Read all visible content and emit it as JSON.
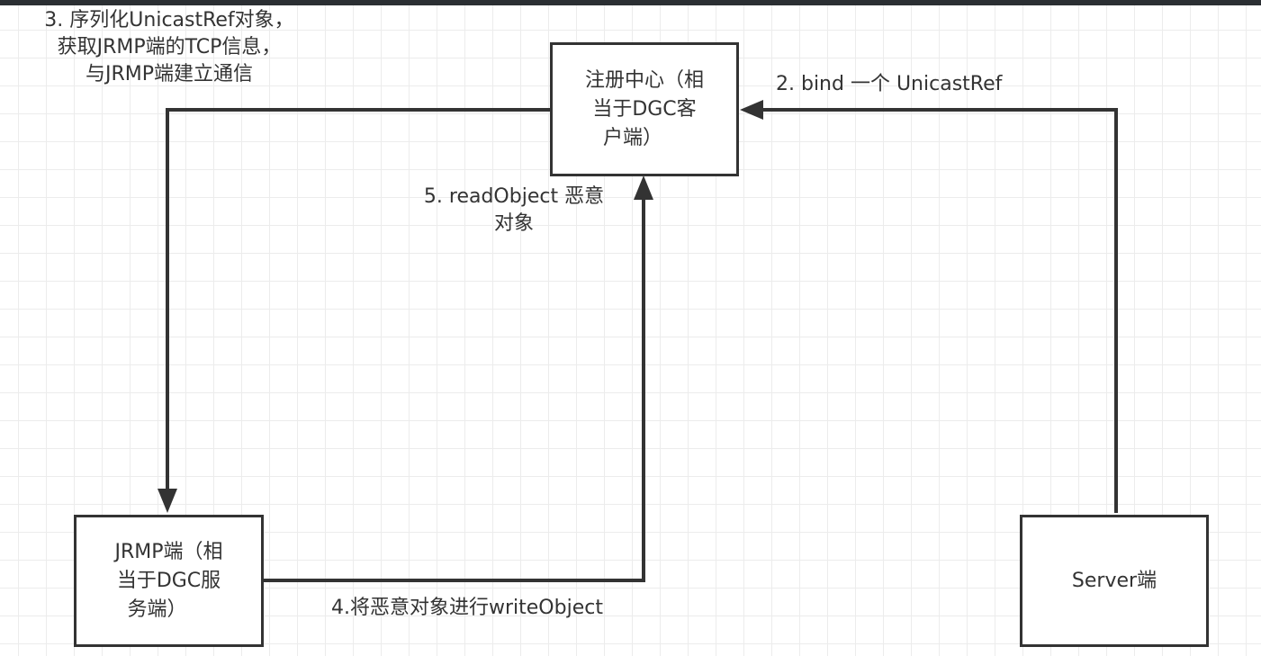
{
  "diagram": {
    "nodes": {
      "registry": {
        "lines": [
          "注册中心（相",
          "当于DGC客",
          "户端）"
        ]
      },
      "jrmp": {
        "lines": [
          "JRMP端（相",
          "当于DGC服",
          "务端）"
        ]
      },
      "server": {
        "lines": [
          "Server端"
        ]
      }
    },
    "edges": {
      "step2": {
        "from": "server",
        "to": "registry",
        "lines": [
          "2. bind 一个 UnicastRef"
        ]
      },
      "step3": {
        "from": "registry",
        "to": "jrmp",
        "lines": [
          "3. 序列化UnicastRef对象，",
          "获取JRMP端的TCP信息，",
          "与JRMP端建立通信"
        ]
      },
      "step4": {
        "from": "jrmp",
        "to": "registry",
        "lines": [
          "4.将恶意对象进行writeObject"
        ]
      },
      "step5": {
        "from": "jrmp",
        "to": "registry",
        "lines": [
          "5. readObject 恶意",
          "对象"
        ]
      }
    },
    "colors": {
      "stroke": "#333333",
      "grid": "#ececec",
      "topbar": "#2b2f33"
    }
  }
}
